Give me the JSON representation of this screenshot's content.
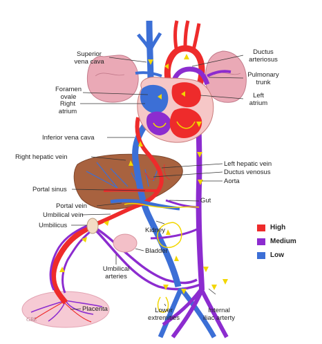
{
  "labels": {
    "superior_vena_cava": [
      "Superior",
      "vena cava"
    ],
    "ductus_arteriosus": [
      "Ductus",
      "arteriosus"
    ],
    "pulmonary_trunk": [
      "Pulmonary",
      "trunk"
    ],
    "foramen_ovale": [
      "Foramen",
      "ovale"
    ],
    "left_atrium": [
      "Left",
      "atrium"
    ],
    "right_atrium": [
      "Right",
      "atrium"
    ],
    "inferior_vena_cava": "Inferior vena cava",
    "right_hepatic_vein": "Right hepatic vein",
    "left_hepatic_vein": "Left hepatic vein",
    "ductus_venosus": "Ductus venosus",
    "aorta": "Aorta",
    "portal_sinus": "Portal sinus",
    "gut": "Gut",
    "portal_vein": "Portal vein",
    "umbilical_vein": "Umbilical vein",
    "umbilicus": "Umbilicus",
    "kidney": "Kidney",
    "bladder": "Bladder",
    "umbilical_arteries": [
      "Umbilical",
      "arteries"
    ],
    "lower_extremities": [
      "Lower",
      "extremities"
    ],
    "internal_iliac_artery": [
      "Internal",
      "iliac arterty"
    ],
    "placenta": "Placenta"
  },
  "legend": [
    {
      "label": "High",
      "color": "#ee2b2b"
    },
    {
      "label": "Medium",
      "color": "#8c2ccf"
    },
    {
      "label": "Low",
      "color": "#3c6fd6"
    }
  ],
  "signature": "GBE",
  "colors": {
    "high": "#ee2b2b",
    "medium": "#8c2ccf",
    "low": "#3c6fd6",
    "liver": "#a8623f",
    "lung": "#e9a9b6",
    "placenta": "#f5c9d3",
    "flow_arrow": "#f2d600"
  }
}
